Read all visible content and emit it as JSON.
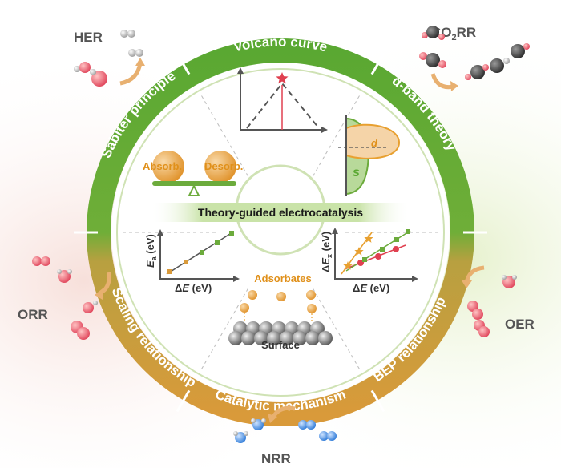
{
  "corners": {
    "her": "HER",
    "co2rr_prefix": "CO",
    "co2rr_sub": "2",
    "co2rr_suffix": "RR",
    "orr": "ORR",
    "oer": "OER",
    "nrr": "NRR"
  },
  "ring_labels": {
    "volcano": "Volcano curve",
    "dband": "d-band  theory",
    "scaling": "Scaling relationship",
    "mechanism": "Catalytic mechanism",
    "bep": "BEP relationship",
    "sabatier": "Sabiter principle"
  },
  "center_title": "Theory-guided electrocatalysis",
  "panels": {
    "absorb": "Absorb.",
    "desorb": "Desorb.",
    "d": "d",
    "s": "s",
    "bep_ylabel_main": "E",
    "bep_ylabel_sub": "a",
    "bep_ylabel_unit": " (eV)",
    "bep_xlabel_delta": "Δ",
    "bep_xlabel_var": "E",
    "bep_xlabel_unit": " (eV)",
    "scal_ylabel_delta": "Δ",
    "scal_ylabel_var": "E",
    "scal_ylabel_sub": "x",
    "scal_ylabel_unit": " (eV)",
    "scal_xlabel_delta": "Δ",
    "scal_xlabel_var": "E",
    "scal_xlabel_unit": " (eV)",
    "adsorbates": "Adsorbates",
    "surface": "Surface"
  },
  "colors": {
    "ring_green": "#5aa832",
    "ring_orange": "#d99a3a",
    "accent_orange": "#e8a030",
    "bg_green": "#e3efc6",
    "bg_pink": "#f6dcd6"
  }
}
